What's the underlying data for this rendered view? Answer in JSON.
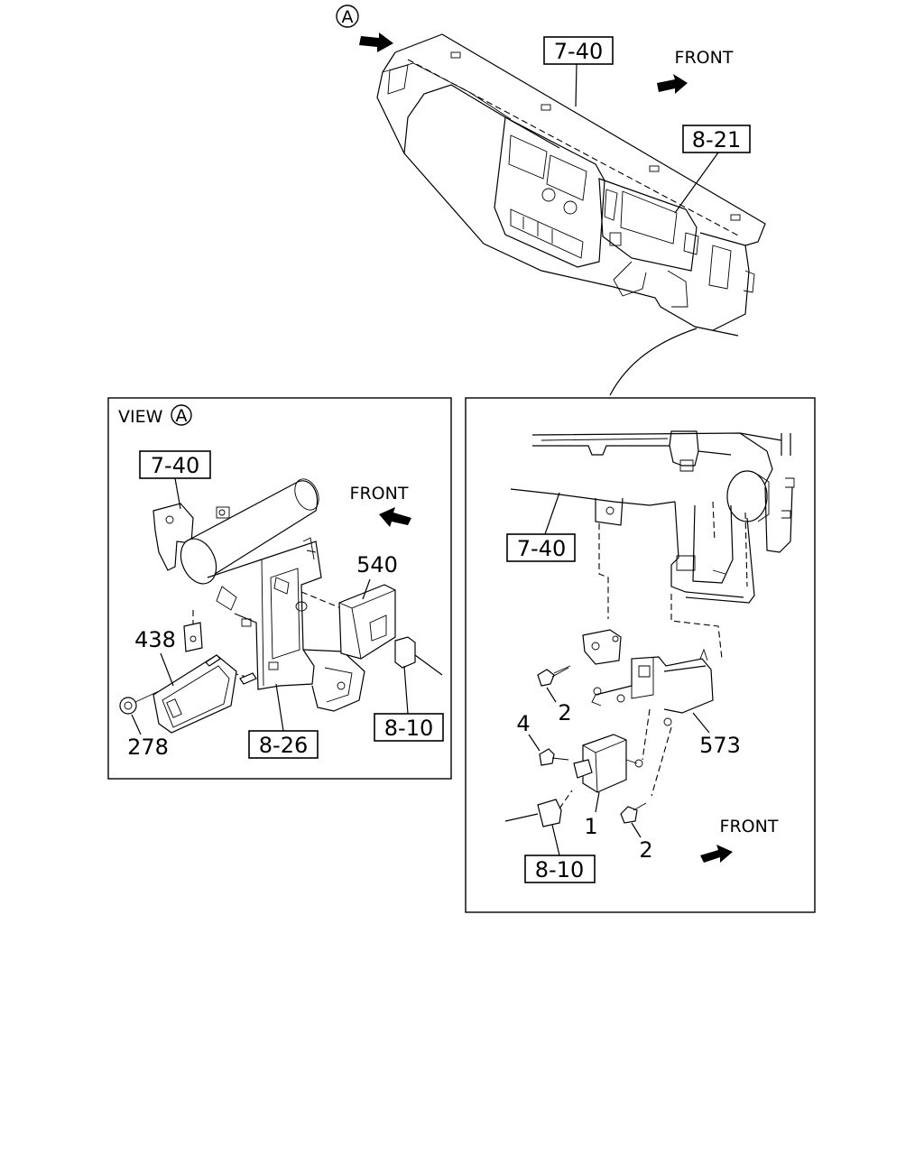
{
  "view_marker_letter": "A",
  "view_title": "VIEW",
  "front_label": "FRONT",
  "refs": {
    "top_7_40": "7-40",
    "top_8_21": "8-21",
    "left_7_40": "7-40",
    "left_8_26": "8-26",
    "left_8_10": "8-10",
    "right_7_40": "7-40",
    "right_8_10": "8-10"
  },
  "parts": {
    "p540": "540",
    "p438": "438",
    "p278": "278",
    "p573": "573",
    "p2a": "2",
    "p2b": "2",
    "p4": "4",
    "p1": "1"
  }
}
